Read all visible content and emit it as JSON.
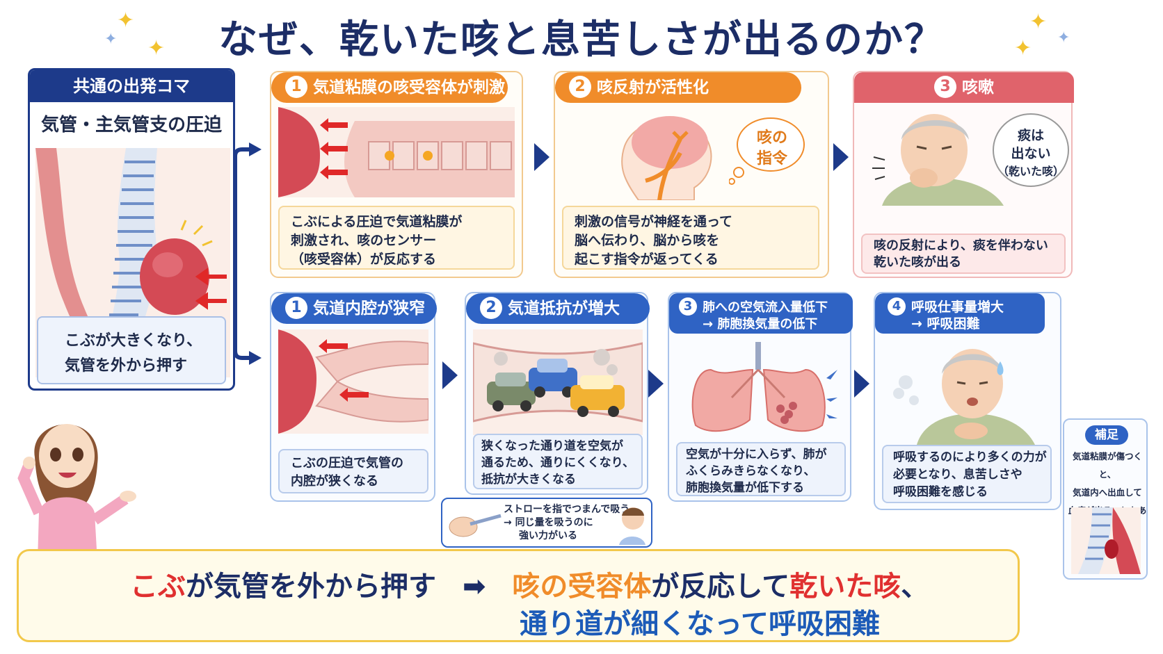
{
  "title": "なぜ、乾いた咳と息苦しさが出るのか？",
  "start": {
    "header": "共通の出発コマ",
    "subtitle": "気管・主気管支の圧迫",
    "caption_l1": "こぶが大きくなり、",
    "caption_l2": "気管を外から押す"
  },
  "top_row": [
    {
      "num": "1",
      "title": "気道粘膜の咳受容体が刺激",
      "note": [
        "こぶによる圧迫で気道粘膜が",
        "刺激され、咳のセンサー",
        "（咳受容体）が反応する"
      ]
    },
    {
      "num": "2",
      "title": "咳反射が活性化",
      "bubble": [
        "咳の",
        "指令"
      ],
      "note": [
        "刺激の信号が神経を通って",
        "脳へ伝わり、脳から咳を",
        "起こす指令が返ってくる"
      ]
    },
    {
      "num": "3",
      "title": "咳嗽",
      "bubble": [
        "痰は",
        "出ない",
        "（乾いた咳）"
      ],
      "note": [
        "咳の反射により、痰を伴わない",
        "乾いた咳が出る"
      ]
    }
  ],
  "bottom_row": [
    {
      "num": "1",
      "title": "気道内腔が狭窄",
      "note": [
        "こぶの圧迫で気管の",
        "内腔が狭くなる"
      ]
    },
    {
      "num": "2",
      "title": "気道抵抗が増大",
      "note": [
        "狭くなった通り道を空気が",
        "通るため、通りにくくなり、",
        "抵抗が大きくなる"
      ]
    },
    {
      "num": "3",
      "title_l1": "肺への空気流入量低下",
      "title_l2": "→ 肺胞換気量の低下",
      "note": [
        "空気が十分に入らず、肺が",
        "ふくらみきらなくなり、",
        "肺胞換気量が低下する"
      ]
    },
    {
      "num": "4",
      "title_l1": "呼吸仕事量増大",
      "title_l2": "→ 呼吸困難",
      "note": [
        "呼吸するのにより多くの力が",
        "必要となり、息苦しさや",
        "呼吸困難を感じる"
      ]
    }
  ],
  "straw": {
    "l1": "ストローを指でつまんで吸う",
    "l2": "→ 同じ量を吸うのに",
    "l3": "強い力がいる"
  },
  "supplement": {
    "label": "補足",
    "l1": "気道粘膜が傷つくと、",
    "l2": "気道内へ出血して",
    "l3": "血痰が出ることもある"
  },
  "summary": {
    "a": "こぶ",
    "b": "が気管を外から押す",
    "arrow": "➡",
    "c": "咳の受容体",
    "d": "が反応して",
    "e": "乾いた咳",
    "f": "、",
    "g": "通り道が細くなって呼吸困難"
  }
}
